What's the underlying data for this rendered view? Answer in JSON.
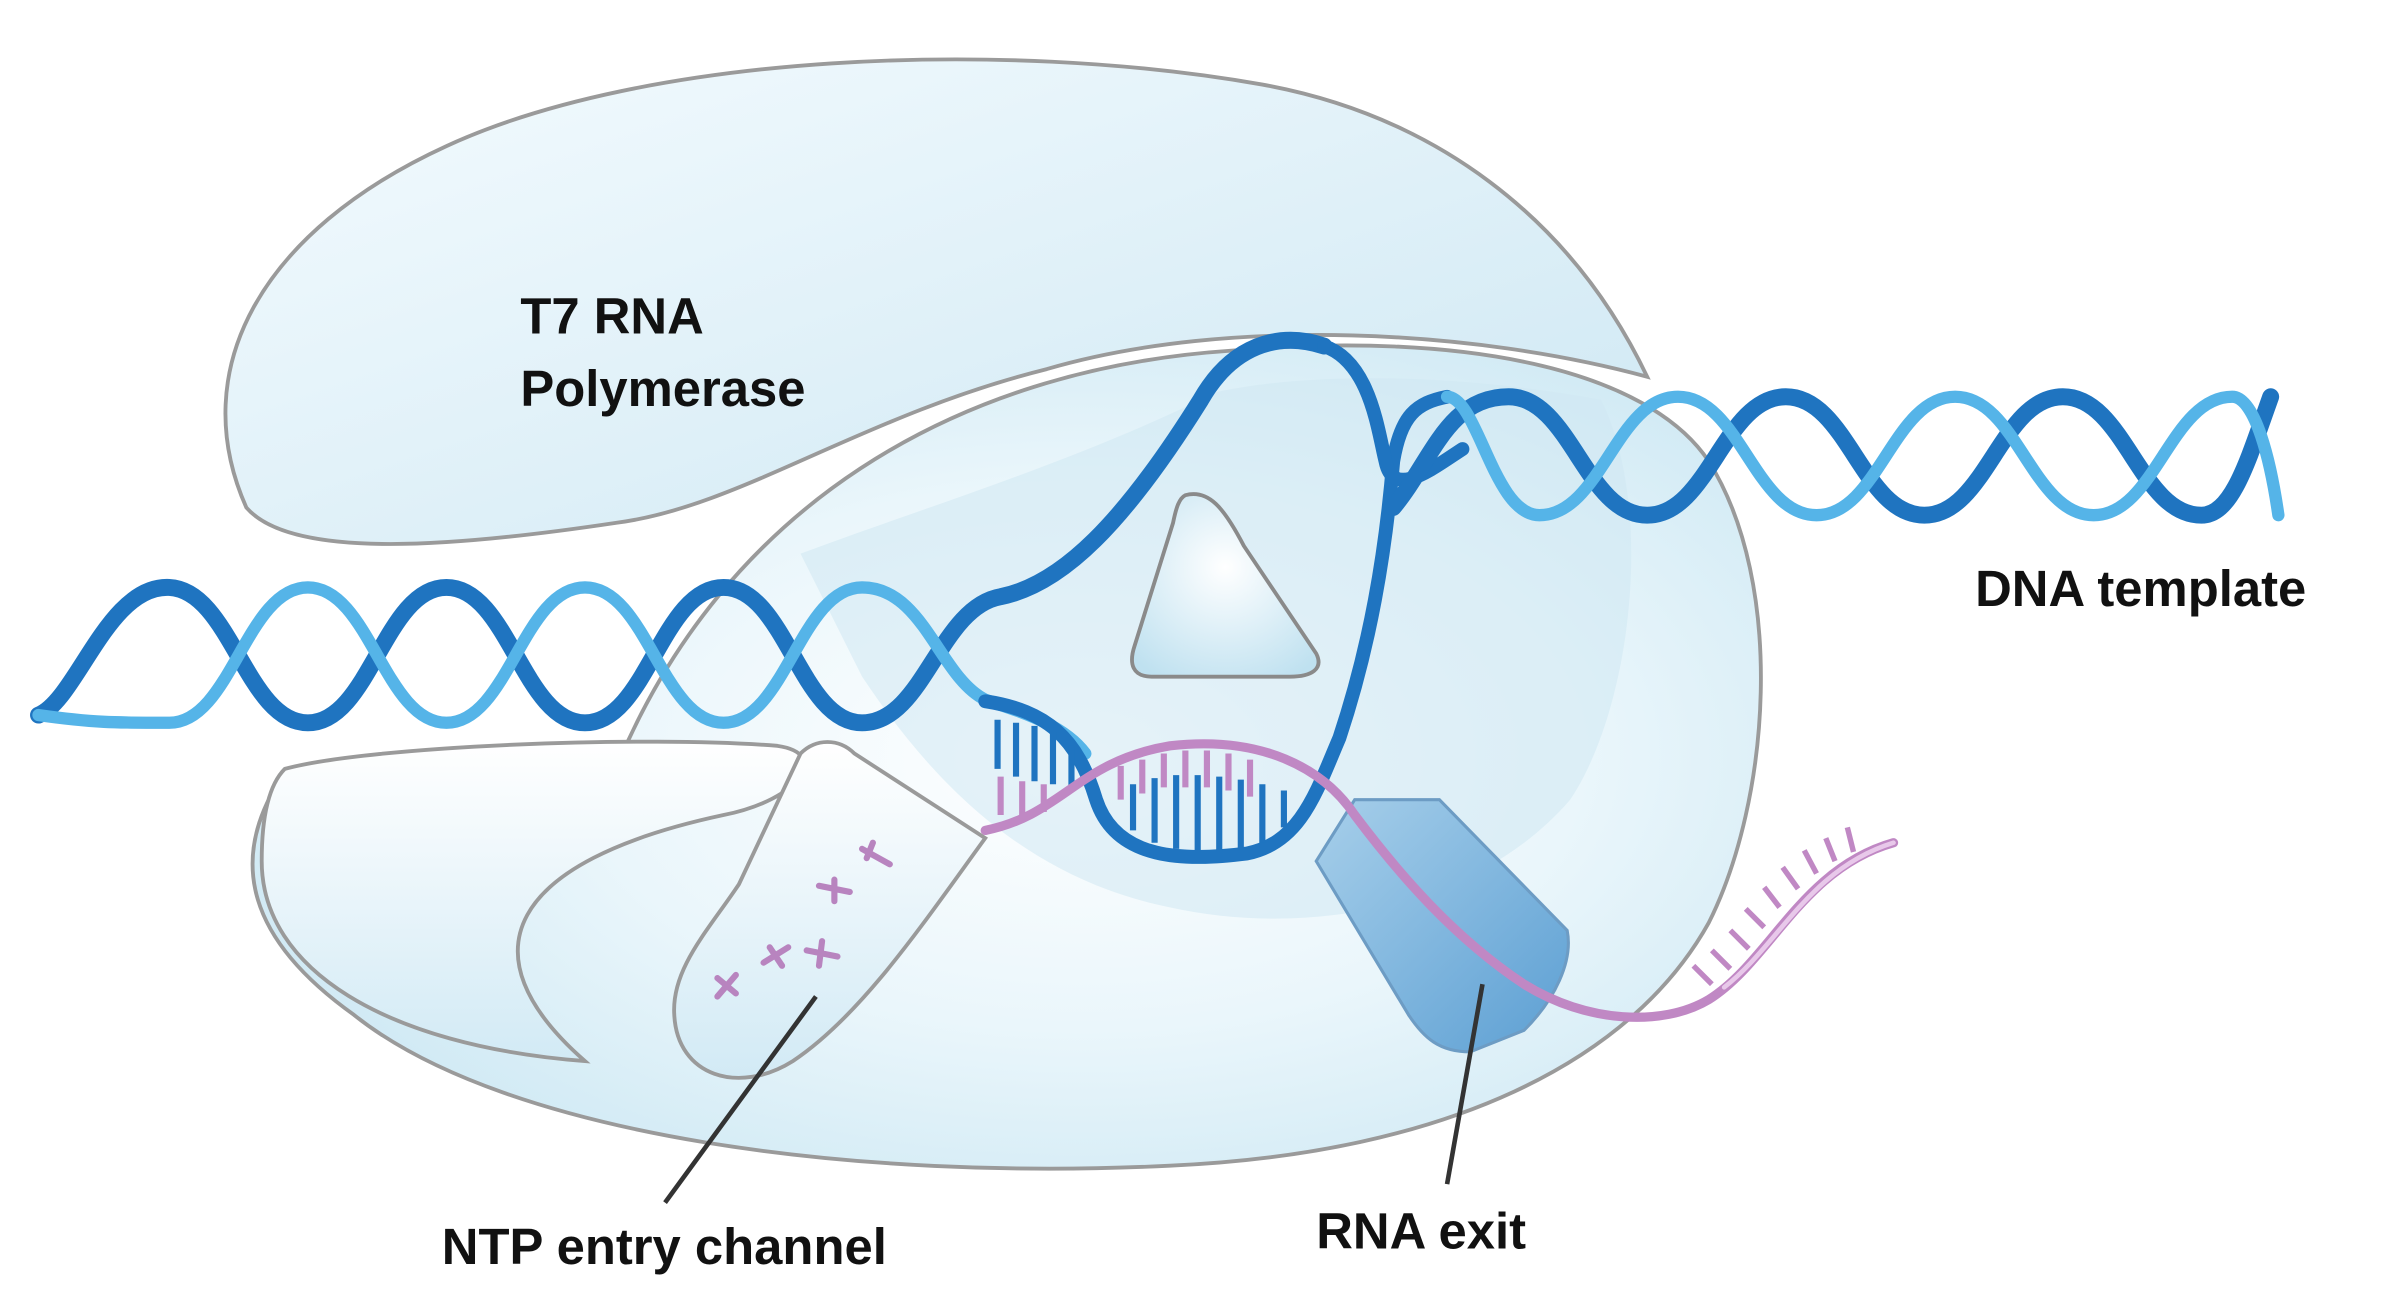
{
  "labels": {
    "polymerase_line1": "T7 RNA",
    "polymerase_line2": "Polymerase",
    "dna_template": "DNA template",
    "ntp_entry_channel": "NTP entry channel",
    "rna_exit": "RNA exit"
  },
  "colors": {
    "enzyme_fill": "#dcf0f8",
    "enzyme_outline": "#9a9a9a",
    "dna_dark": "#1f74c0",
    "dna_light": "#55b4e8",
    "rna_dark": "#c088c4",
    "rna_light": "#e8c8ea",
    "exit_channel": "#7fb6de",
    "leader_line": "#333333"
  }
}
